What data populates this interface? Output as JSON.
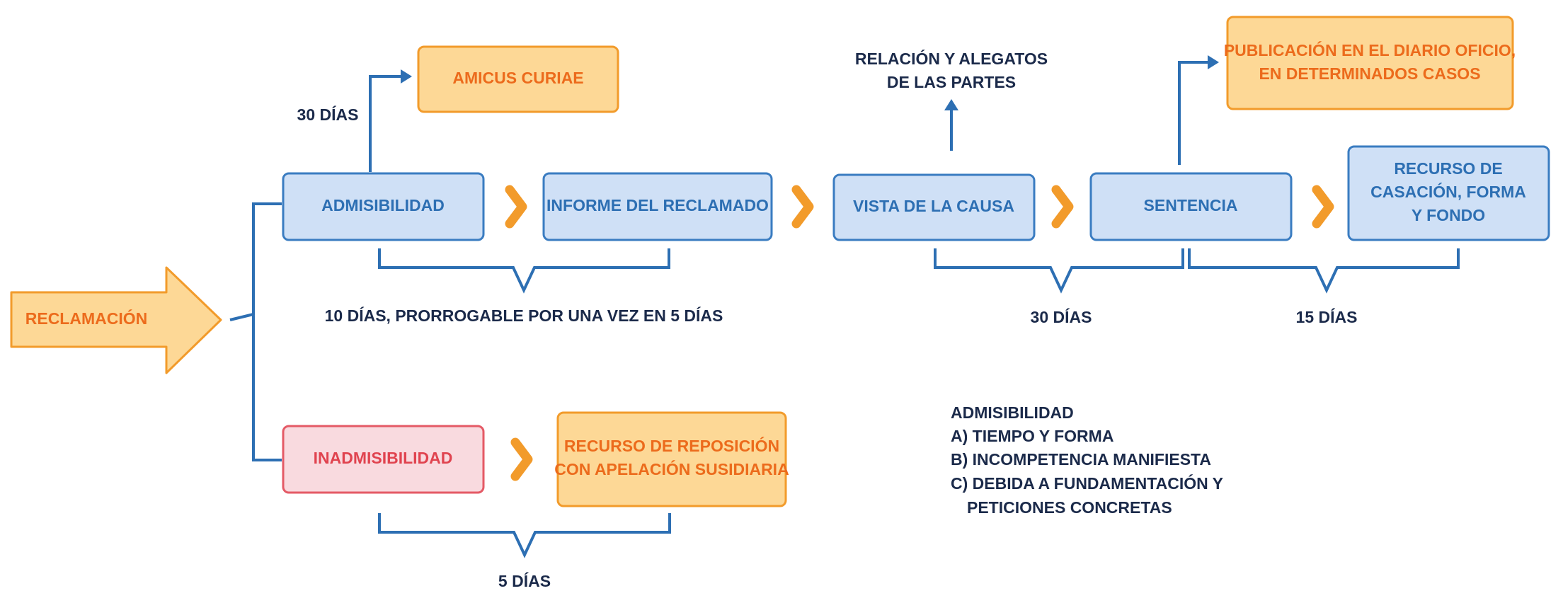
{
  "colors": {
    "blue_fill": "#cfe0f6",
    "blue_stroke": "#3a7cc1",
    "blue_text": "#2d6fb3",
    "orange_fill": "#fdd896",
    "orange_stroke": "#f29b2b",
    "orange_text": "#ec6b1c",
    "red_fill": "#f9dadf",
    "red_stroke": "#e45a66",
    "red_text": "#e0434f",
    "line_blue": "#2d6fb3",
    "chevron": "#f29b2b",
    "dark_text": "#1b2a4a"
  },
  "nodes": {
    "reclamacion": "RECLAMACIÓN",
    "admisibilidad": "ADMISIBILIDAD",
    "informe": "INFORME DEL RECLAMADO",
    "vista": "VISTA DE LA CAUSA",
    "sentencia": "SENTENCIA",
    "recurso_casacion": [
      "RECURSO DE",
      "CASACIÓN, FORMA",
      "Y FONDO"
    ],
    "amicus": "AMICUS CURIAE",
    "publicacion": [
      "PUBLICACIÓN EN EL DIARIO OFICIO,",
      "EN DETERMINADOS CASOS"
    ],
    "inadmisibilidad": "INADMISIBILIDAD",
    "recurso_reposicion": [
      "RECURSO DE REPOSICIÓN",
      "CON APELACIÓN SUSIDIARIA"
    ]
  },
  "labels": {
    "amicus_days": "30 DÍAS",
    "relacion": [
      "RELACIÓN Y ALEGATOS",
      "DE LAS PARTES"
    ],
    "informe_days": "10 DÍAS, PRORROGABLE POR UNA VEZ EN 5 DÍAS",
    "vista_days": "30 DÍAS",
    "sentencia_days": "15 DÍAS",
    "reposicion_days": "5 DÍAS"
  },
  "notes": {
    "title": "ADMISIBILIDAD",
    "items": [
      "A) TIEMPO Y FORMA",
      "B) INCOMPETENCIA MANIFIESTA",
      "C) DEBIDA A FUNDAMENTACIÓN Y",
      "PETICIONES CONCRETAS"
    ]
  }
}
